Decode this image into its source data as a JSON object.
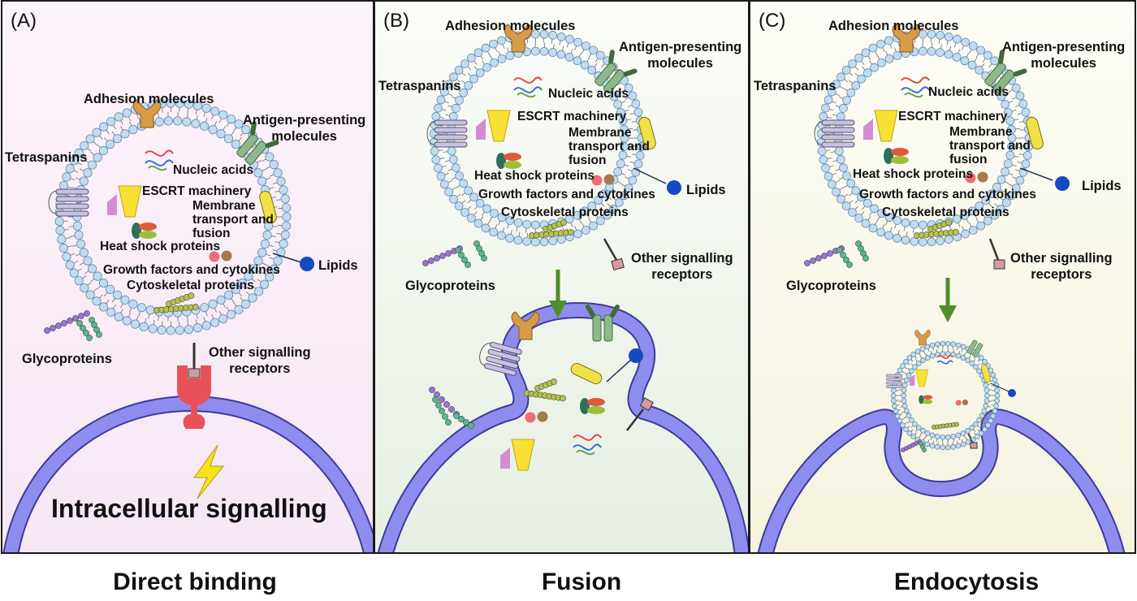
{
  "panels": [
    {
      "letter": "(A)",
      "labels": {
        "adhesion": "Adhesion molecules",
        "antigen": "Antigen-presenting\nmolecules",
        "tetraspanins": "Tetraspanins",
        "nucleic": "Nucleic acids",
        "escrt": "ESCRT machinery",
        "membrane": "Membrane\ntransport and\nfusion",
        "heatshock": "Heat shock proteins",
        "growth": "Growth factors and cytokines",
        "cytoskeletal": "Cytoskeletal proteins",
        "lipids": "Lipids",
        "glycoproteins": "Glycoproteins",
        "receptors": "Other signalling\nreceptors"
      },
      "signalling_text": "Intracellular signalling",
      "caption": "Direct binding"
    },
    {
      "letter": "(B)",
      "labels": {
        "adhesion": "Adhesion molecules",
        "antigen": "Antigen-presenting\nmolecules",
        "tetraspanins": "Tetraspanins",
        "nucleic": "Nucleic acids",
        "escrt": "ESCRT machinery",
        "membrane": "Membrane\ntransport and\nfusion",
        "heatshock": "Heat shock proteins",
        "growth": "Growth factors and cytokines",
        "cytoskeletal": "Cytoskeletal proteins",
        "lipids": "Lipids",
        "glycoproteins": "Glycoproteins",
        "receptors": "Other signalling\nreceptors"
      },
      "caption": "Fusion"
    },
    {
      "letter": "(C)",
      "labels": {
        "adhesion": "Adhesion molecules",
        "antigen": "Antigen-presenting\nmolecules",
        "tetraspanins": "Tetraspanins",
        "nucleic": "Nucleic acids",
        "escrt": "ESCRT machinery",
        "membrane": "Membrane\ntransport and\nfusion",
        "heatshock": "Heat shock proteins",
        "growth": "Growth factors and cytokines",
        "cytoskeletal": "Cytoskeletal proteins",
        "lipids": "Lipids",
        "glycoproteins": "Glycoproteins",
        "receptors": "Other signalling\nreceptors"
      },
      "caption": "Endocytosis"
    }
  ],
  "colors": {
    "membrane_bead": "#bfdcf3",
    "membrane_bead_stroke": "#5d7d99",
    "cell_membrane": "#8f8cef",
    "cell_membrane_stroke": "#3e3a9a",
    "adhesion": "#d89b47",
    "antigen": "#8fb88a",
    "lipid": "#1549c0",
    "receptor_red": "#e8505a",
    "lightning": "#f5e21b",
    "arrow": "#4f8f2b"
  },
  "icons": [
    "adhesion-molecule-icon",
    "antigen-presenting-molecule-icon",
    "tetraspanin-icon",
    "nucleic-acid-icon",
    "escrt-icon",
    "membrane-transport-icon",
    "heat-shock-protein-icon",
    "growth-factor-icon",
    "cytoskeletal-protein-icon",
    "lipid-icon",
    "glycoprotein-icon",
    "signalling-receptor-icon",
    "lightning-icon",
    "arrow-down-icon"
  ]
}
